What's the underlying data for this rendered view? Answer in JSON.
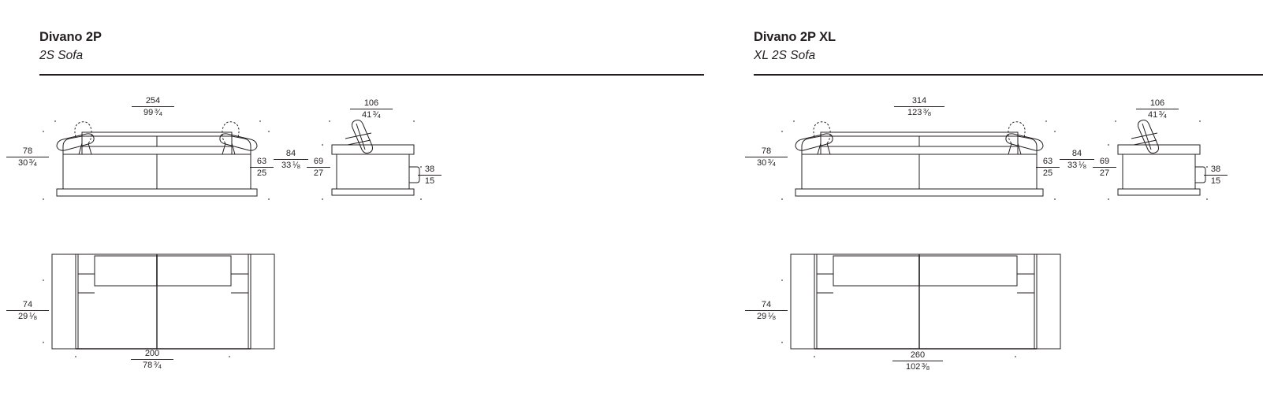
{
  "panels": [
    {
      "id": "divano-2p",
      "title": "Divano 2P",
      "subtitle": "2S Sofa",
      "dimensions": {
        "front_width": {
          "cm": "254",
          "in_whole": "99",
          "in_num": "3",
          "in_den": "4"
        },
        "front_back_height": {
          "cm": "78",
          "in_whole": "30",
          "in_num": "3",
          "in_den": "4"
        },
        "front_seat_depth": {
          "cm": "63",
          "in_whole": "25",
          "in_num": "",
          "in_den": ""
        },
        "front_arm_height": {
          "cm": "84",
          "in_whole": "33",
          "in_num": "1",
          "in_den": "8"
        },
        "front_overall": {
          "cm": "69",
          "in_whole": "27",
          "in_num": "",
          "in_den": ""
        },
        "side_depth": {
          "cm": "106",
          "in_whole": "41",
          "in_num": "3",
          "in_den": "4"
        },
        "side_seat_height": {
          "cm": "38",
          "in_whole": "15",
          "in_num": "",
          "in_den": ""
        },
        "plan_depth": {
          "cm": "74",
          "in_whole": "29",
          "in_num": "1",
          "in_den": "8"
        },
        "plan_width": {
          "cm": "200",
          "in_whole": "78",
          "in_num": "3",
          "in_den": "4"
        }
      }
    },
    {
      "id": "divano-2p-xl",
      "title": "Divano 2P XL",
      "subtitle": "XL 2S Sofa",
      "dimensions": {
        "front_width": {
          "cm": "314",
          "in_whole": "123",
          "in_num": "3",
          "in_den": "8"
        },
        "front_back_height": {
          "cm": "78",
          "in_whole": "30",
          "in_num": "3",
          "in_den": "4"
        },
        "front_seat_depth": {
          "cm": "63",
          "in_whole": "25",
          "in_num": "",
          "in_den": ""
        },
        "front_arm_height": {
          "cm": "84",
          "in_whole": "33",
          "in_num": "1",
          "in_den": "8"
        },
        "front_overall": {
          "cm": "69",
          "in_whole": "27",
          "in_num": "",
          "in_den": ""
        },
        "side_depth": {
          "cm": "106",
          "in_whole": "41",
          "in_num": "3",
          "in_den": "4"
        },
        "side_seat_height": {
          "cm": "38",
          "in_whole": "15",
          "in_num": "",
          "in_den": ""
        },
        "plan_depth": {
          "cm": "74",
          "in_whole": "29",
          "in_num": "1",
          "in_den": "8"
        },
        "plan_width": {
          "cm": "260",
          "in_whole": "102",
          "in_num": "3",
          "in_den": "8"
        }
      }
    }
  ],
  "colors": {
    "ink": "#231f20",
    "line": "#231f20",
    "marker": "#6d6e71",
    "background": "#ffffff"
  }
}
